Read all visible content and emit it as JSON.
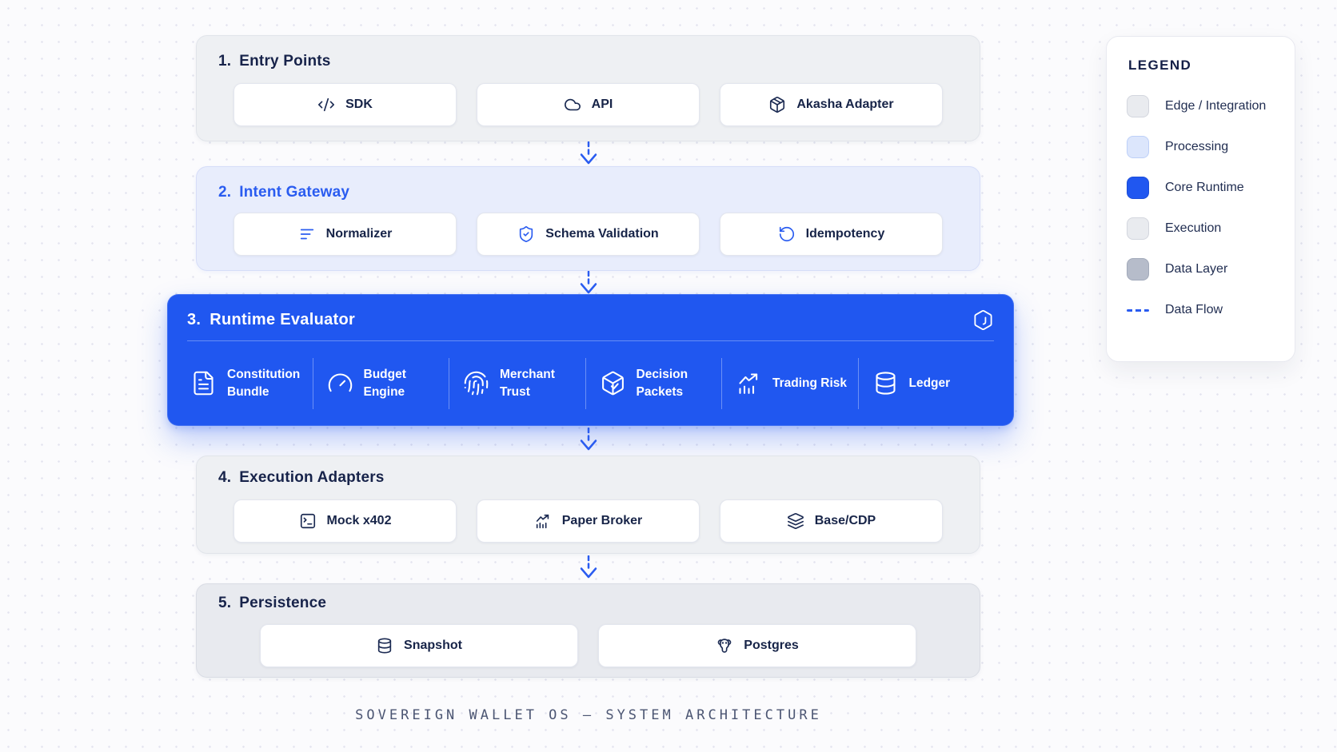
{
  "footer": {
    "caption": "SOVEREIGN WALLET OS — SYSTEM ARCHITECTURE"
  },
  "legend": {
    "title": "LEGEND",
    "items": [
      {
        "label": "Edge / Integration",
        "swatch": "edge"
      },
      {
        "label": "Processing",
        "swatch": "processing"
      },
      {
        "label": "Core Runtime",
        "swatch": "core"
      },
      {
        "label": "Execution",
        "swatch": "execution"
      },
      {
        "label": "Data Layer",
        "swatch": "data"
      },
      {
        "label": "Data Flow",
        "swatch": "dashed"
      }
    ]
  },
  "sections": [
    {
      "number": "1.",
      "title": "Entry Points",
      "variant": "edge",
      "cards": [
        {
          "icon": "code-icon",
          "label": "SDK"
        },
        {
          "icon": "cloud-icon",
          "label": "API"
        },
        {
          "icon": "package-icon",
          "label": "Akasha Adapter"
        }
      ]
    },
    {
      "number": "2.",
      "title": "Intent Gateway",
      "variant": "processing",
      "cards": [
        {
          "icon": "filter-lines-icon",
          "label": "Normalizer"
        },
        {
          "icon": "shield-check-icon",
          "label": "Schema Validation"
        },
        {
          "icon": "rotate-ccw-icon",
          "label": "Idempotency"
        }
      ]
    },
    {
      "number": "3.",
      "title": "Runtime Evaluator",
      "variant": "core",
      "corner_icon": "hexagon-logo-icon",
      "cards": [
        {
          "icon": "file-text-icon",
          "label": "Constitution Bundle"
        },
        {
          "icon": "gauge-icon",
          "label": "Budget Engine"
        },
        {
          "icon": "fingerprint-icon",
          "label": "Merchant Trust"
        },
        {
          "icon": "box-check-icon",
          "label": "Decision Packets"
        },
        {
          "icon": "chart-up-icon",
          "label": "Trading Risk"
        },
        {
          "icon": "database-icon",
          "label": "Ledger"
        }
      ]
    },
    {
      "number": "4.",
      "title": "Execution Adapters",
      "variant": "execution",
      "cards": [
        {
          "icon": "terminal-icon",
          "label": "Mock x402"
        },
        {
          "icon": "chart-up-icon",
          "label": "Paper Broker"
        },
        {
          "icon": "layers-icon",
          "label": "Base/CDP"
        }
      ]
    },
    {
      "number": "5.",
      "title": "Persistence",
      "variant": "data",
      "cards": [
        {
          "icon": "database-icon",
          "label": "Snapshot"
        },
        {
          "icon": "postgres-elephant-icon",
          "label": "Postgres"
        }
      ]
    }
  ],
  "colors": {
    "core_runtime_blue": "#2057f0",
    "accent_blue": "#2a5cf0",
    "edge_bg": "#eef0f3",
    "processing_bg": "#e8edfc",
    "execution_bg": "#eef0f3",
    "data_bg": "#e8eaef",
    "data_swatch": "#b6bcca",
    "text_dark": "#172448"
  }
}
